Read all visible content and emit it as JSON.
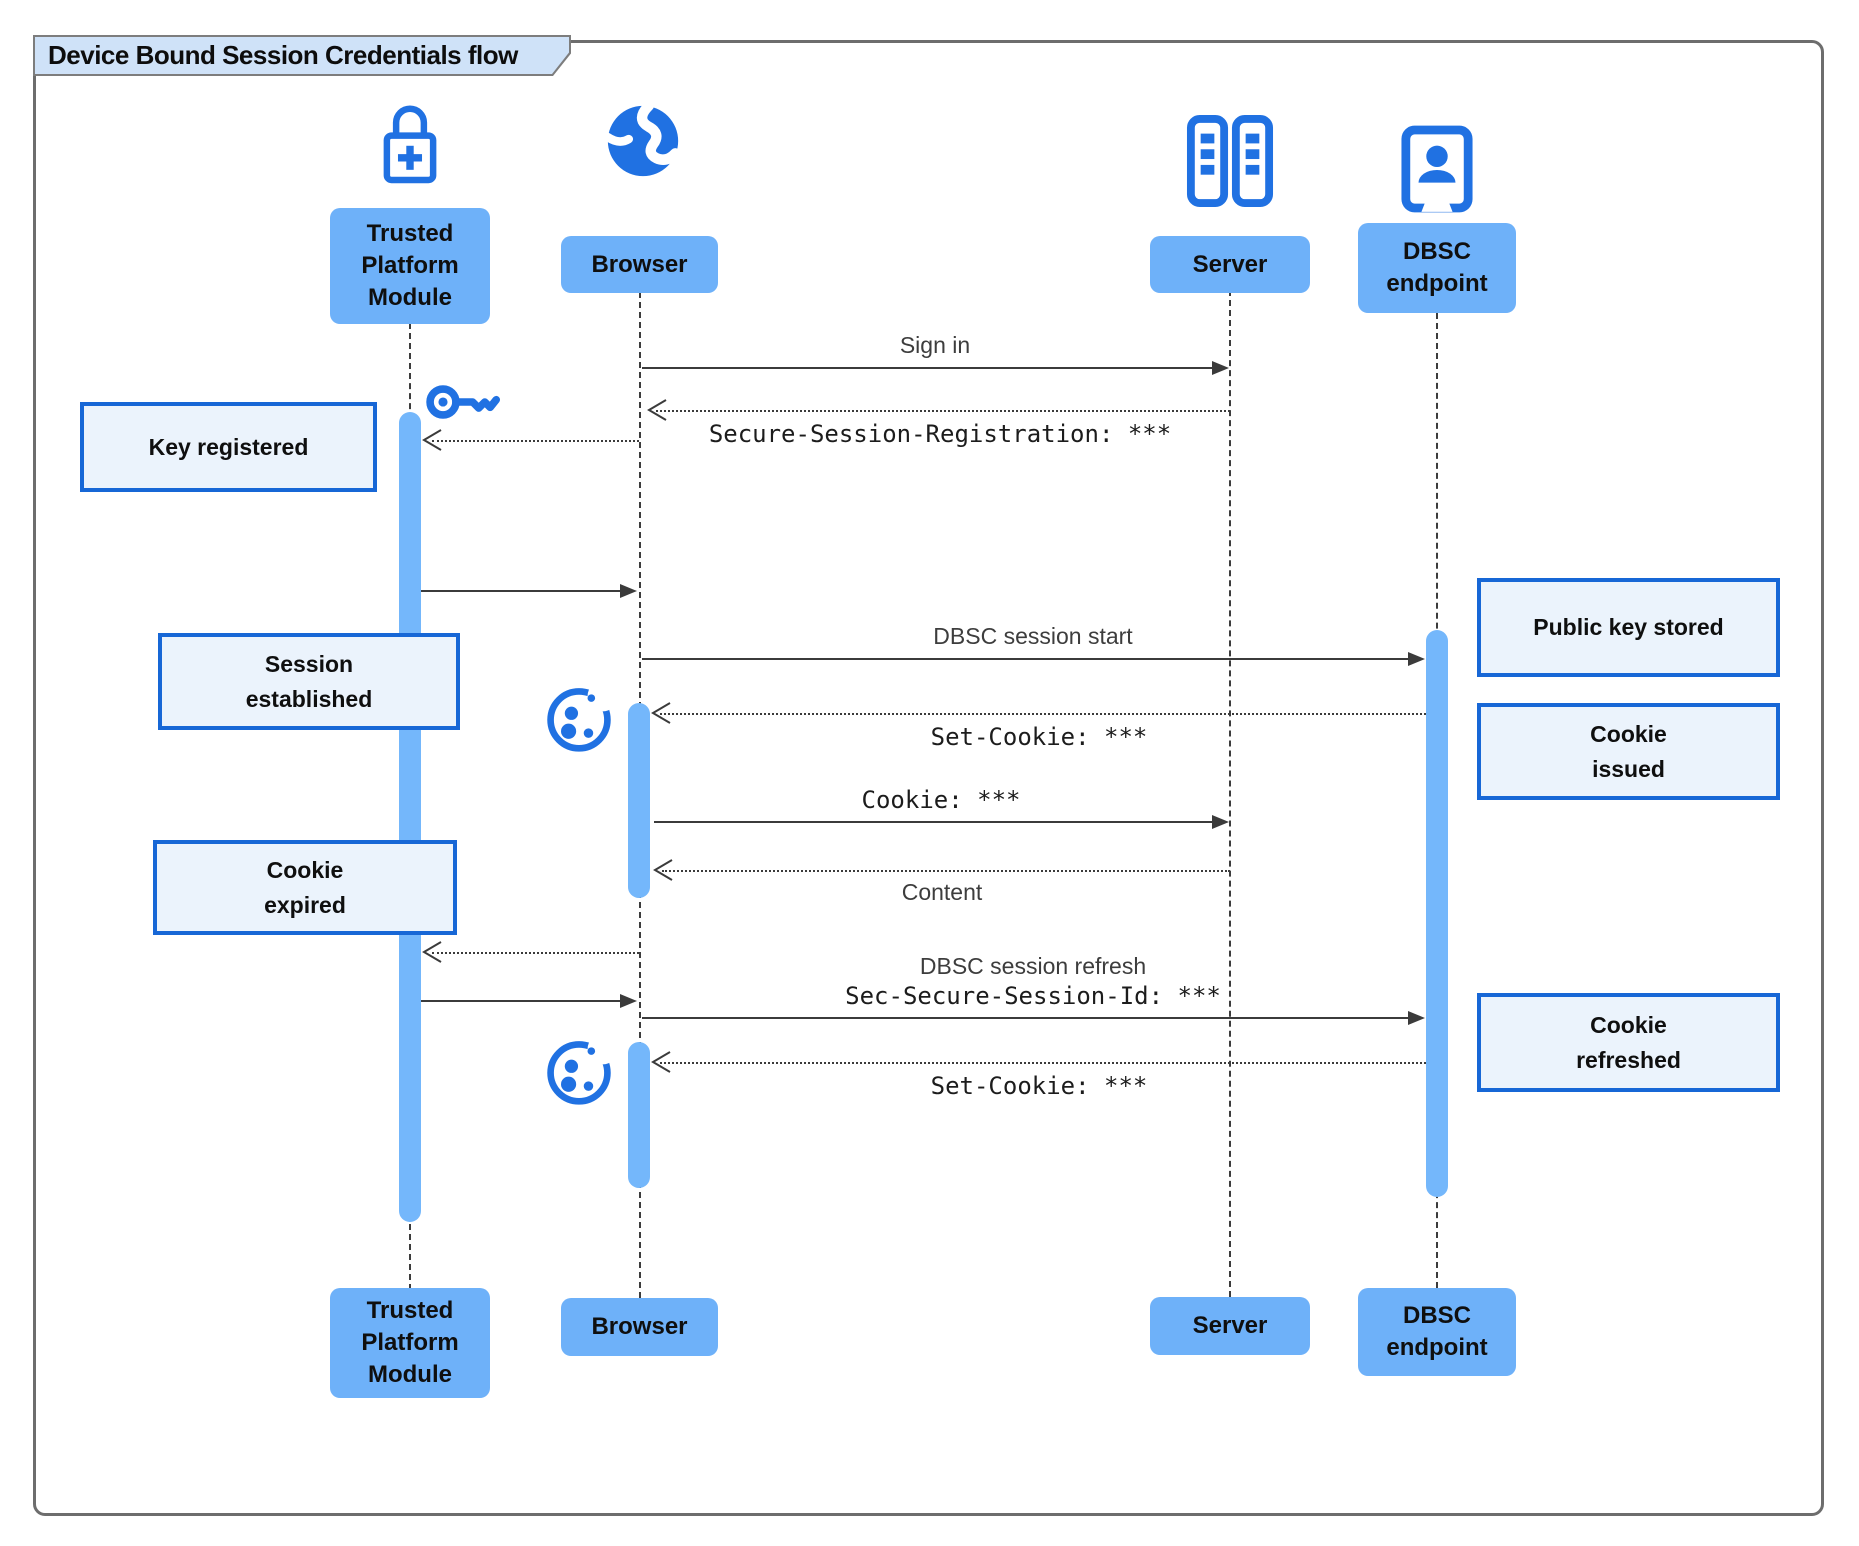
{
  "diagram": {
    "title": "Device Bound Session Credentials flow",
    "type": "sequence-diagram"
  },
  "participants": {
    "tpm": {
      "label": "Trusted\nPlatform\nModule",
      "icon": "lock-plus-icon"
    },
    "browser": {
      "label": "Browser",
      "icon": "globe-icon"
    },
    "server": {
      "label": "Server",
      "icon": "server-racks-icon"
    },
    "dbsc": {
      "label": "DBSC\nendpoint",
      "icon": "kiosk-person-icon"
    }
  },
  "notes": {
    "key_registered": "Key registered",
    "session_established": "Session\nestablished",
    "cookie_expired": "Cookie\nexpired",
    "public_key_stored": "Public key stored",
    "cookie_issued": "Cookie\nissued",
    "cookie_refreshed": "Cookie\nrefreshed"
  },
  "messages": {
    "sign_in": "Sign in",
    "secure_session_registration": "Secure-Session-Registration: ***",
    "dbsc_session_start": "DBSC session start",
    "set_cookie_1": "Set-Cookie: ***",
    "cookie": "Cookie: ***",
    "content": "Content",
    "dbsc_session_refresh": "DBSC session refresh",
    "sec_secure_session_id": "Sec-Secure-Session-Id: ***",
    "set_cookie_2": "Set-Cookie: ***"
  },
  "decorative_icons": [
    "key-icon",
    "cookie-icon",
    "cookie-icon"
  ],
  "colors": {
    "icon_blue": "#2071e2",
    "participant_box_fill": "#6eb1f9",
    "activation_bar_fill": "#74b7fb",
    "note_fill": "#ebf3fc",
    "note_border": "#1767d6",
    "title_tab_fill": "#cfe2f8",
    "frame_border": "#6d6d6d",
    "line_color": "#3b3b3b"
  }
}
